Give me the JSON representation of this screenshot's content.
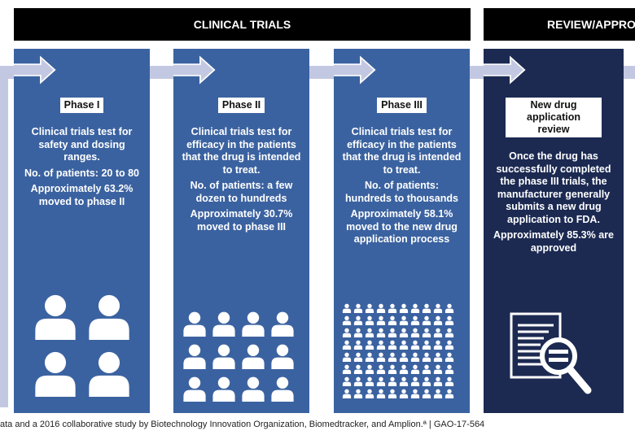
{
  "headers": {
    "clinical": "CLINICAL TRIALS",
    "review": "REVIEW/APPROVAL"
  },
  "phases": [
    {
      "label": "Phase I",
      "lines": [
        "Clinical trials test for safety and dosing ranges.",
        "No. of patients: 20 to 80",
        "Approximately 63.2% moved to phase II"
      ],
      "icon_count": 4
    },
    {
      "label": "Phase II",
      "lines": [
        "Clinical trials test for efficacy in the patients that the drug is intended to treat.",
        "No. of patients: a few dozen to hundreds",
        "Approximately 30.7% moved to phase III"
      ],
      "icon_count": 12
    },
    {
      "label": "Phase III",
      "lines": [
        "Clinical trials test for efficacy in the patients that the drug is intended to treat.",
        "No. of patients: hundreds to thousands",
        "Approximately 58.1% moved to the new drug application process"
      ],
      "icon_count": 80
    }
  ],
  "review": {
    "label": "New drug application review",
    "lines": [
      "Once the drug has successfully completed the phase III trials, the manufacturer generally submits a new drug application to FDA.",
      "Approximately 85.3% are approved"
    ]
  },
  "footer": "ata and a 2016 collaborative study by Biotechnology Innovation Organization, Biomedtracker, and Amplion.ª  |  GAO-17-564",
  "colors": {
    "phase": "#3b62a0",
    "review": "#1c2a52",
    "band": "#c3c8e2"
  }
}
